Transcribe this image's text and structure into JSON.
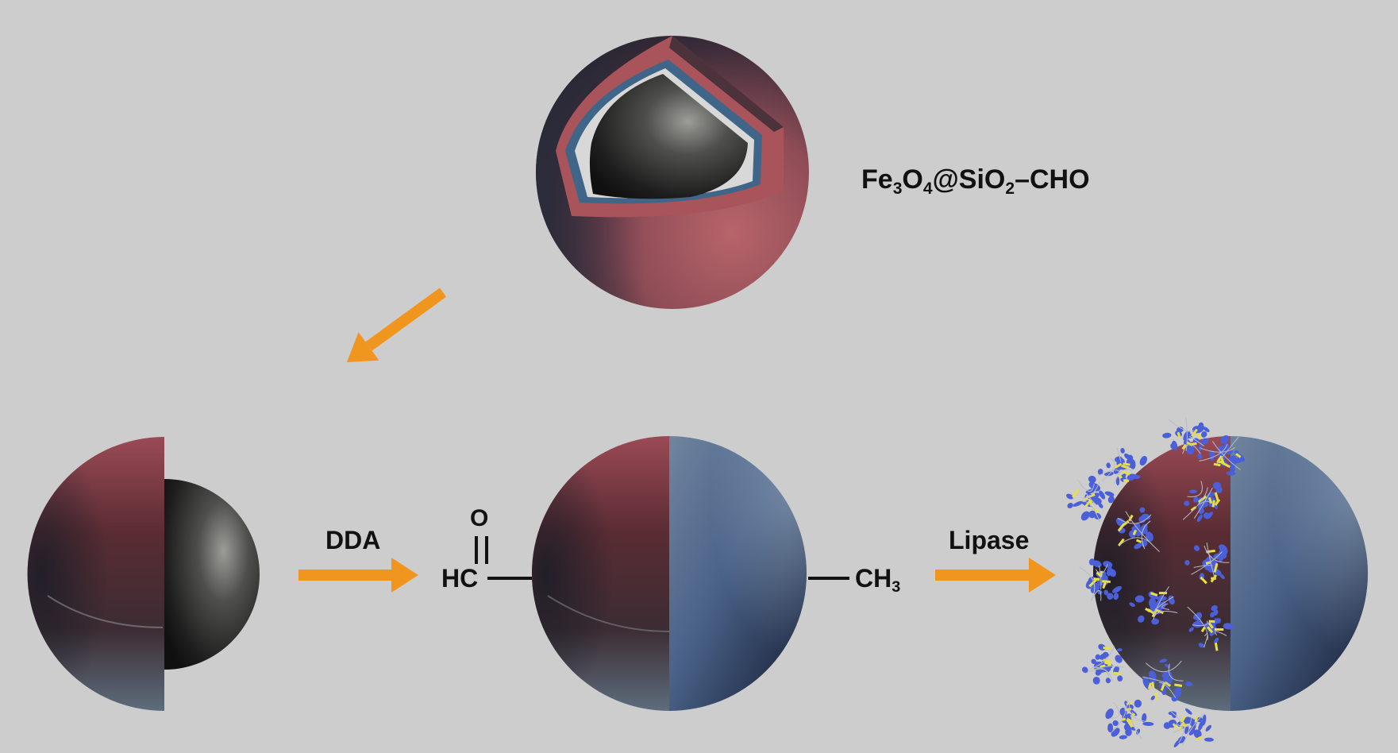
{
  "labels": {
    "product": {
      "fe": "Fe",
      "fe_sub": "3",
      "o": "O",
      "o_sub": "4",
      "at_si": "@SiO",
      "si_sub": "2",
      "cho": "–CHO"
    },
    "step1": "DDA",
    "step2": "Lipase",
    "aldehyde_o": "O",
    "aldehyde_hc": "HC",
    "methyl": "CH",
    "methyl_sub": "3"
  },
  "colors": {
    "background": "#cdcdcd",
    "arrow": "#f0961e",
    "shell_red": "#a8545a",
    "shell_blue": "#4a6890",
    "core_dark": "#2b2b2b",
    "protein_blue": "#4a5fd8",
    "protein_yellow": "#e8e040"
  }
}
